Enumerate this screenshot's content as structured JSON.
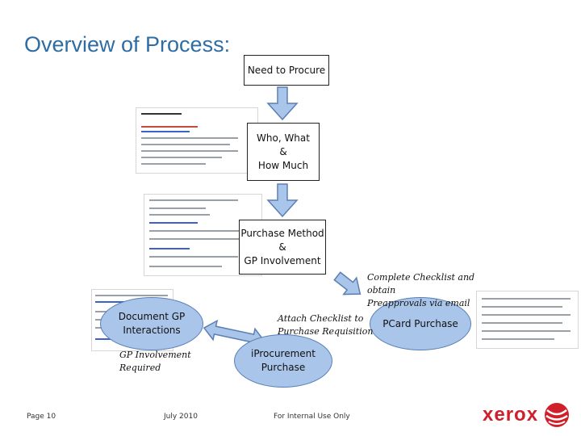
{
  "title": "Overview of Process:",
  "steps": {
    "need": "Need to Procure",
    "who": [
      "Who, What",
      "&",
      "How Much"
    ],
    "method": [
      "Purchase Method",
      "&",
      "GP Involvement"
    ]
  },
  "ellipses": {
    "document_gp": [
      "Document GP",
      "Interactions"
    ],
    "pcard": "PCard Purchase",
    "iprocurement": [
      "iProcurement",
      "Purchase"
    ]
  },
  "notes": {
    "checklist": [
      "Complete Checklist and obtain",
      "Preapprovals via email"
    ],
    "attach": [
      "Attach Checklist to",
      "Purchase Requisition"
    ],
    "gp_required": "GP Involvement Required"
  },
  "footer": {
    "page": "Page 10",
    "date": "July 2010",
    "classification": "For Internal Use Only",
    "logo": "xerox"
  },
  "colors": {
    "title": "#2e6da4",
    "arrow_fill": "#a9c5ea",
    "arrow_stroke": "#5a7fb5",
    "brand_red": "#d01f2a"
  }
}
